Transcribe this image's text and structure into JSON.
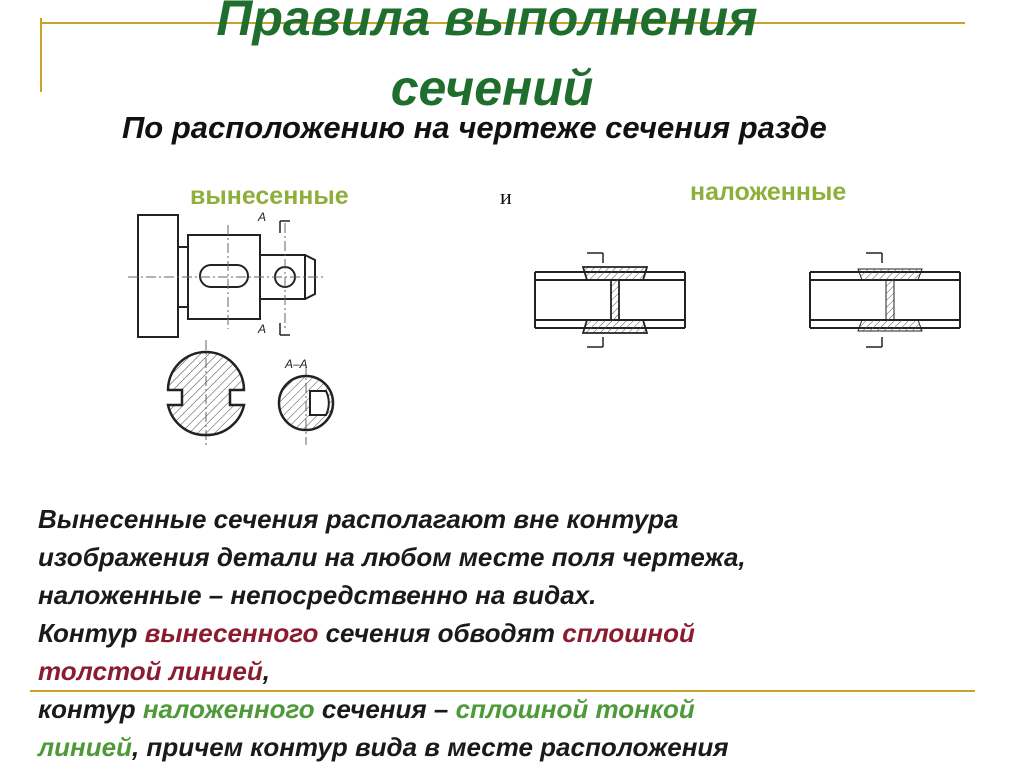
{
  "title": {
    "line1": "Правила выполнения",
    "line2": "сечений"
  },
  "subtitle": "По расположению на чертеже сечения разде",
  "labels": {
    "removed": "вынесенные",
    "and": "и",
    "superimposed": "наложенные"
  },
  "drawing_text": {
    "section_mark_top": "А",
    "section_mark_bottom": "А",
    "section_name": "А–А"
  },
  "body": {
    "p1_line1": "Вынесенные сечения располагают вне контура",
    "p1_line2": "изображения детали на любом месте поля чертежа,",
    "p1_line3": "наложенные – непосредственно на видах.",
    "p2_a": "Контур ",
    "p2_b": "вынесенного",
    "p2_c": " сечения обводят ",
    "p2_d": "сплошной",
    "p2_e": "толстой линией",
    "p2_f": ",",
    "p3_a": "контур ",
    "p3_b": "наложенного",
    "p3_c": " сечения – ",
    "p3_d": "сплошной тонкой",
    "p3_e": "линией",
    "p3_f": ", причем контур вида в месте расположения"
  },
  "colors": {
    "title": "#1f6e2e",
    "label_green": "#8fae3a",
    "accent_red": "#8b1c30",
    "accent_green": "#4e9a3a",
    "decor_line": "#c9a227"
  }
}
